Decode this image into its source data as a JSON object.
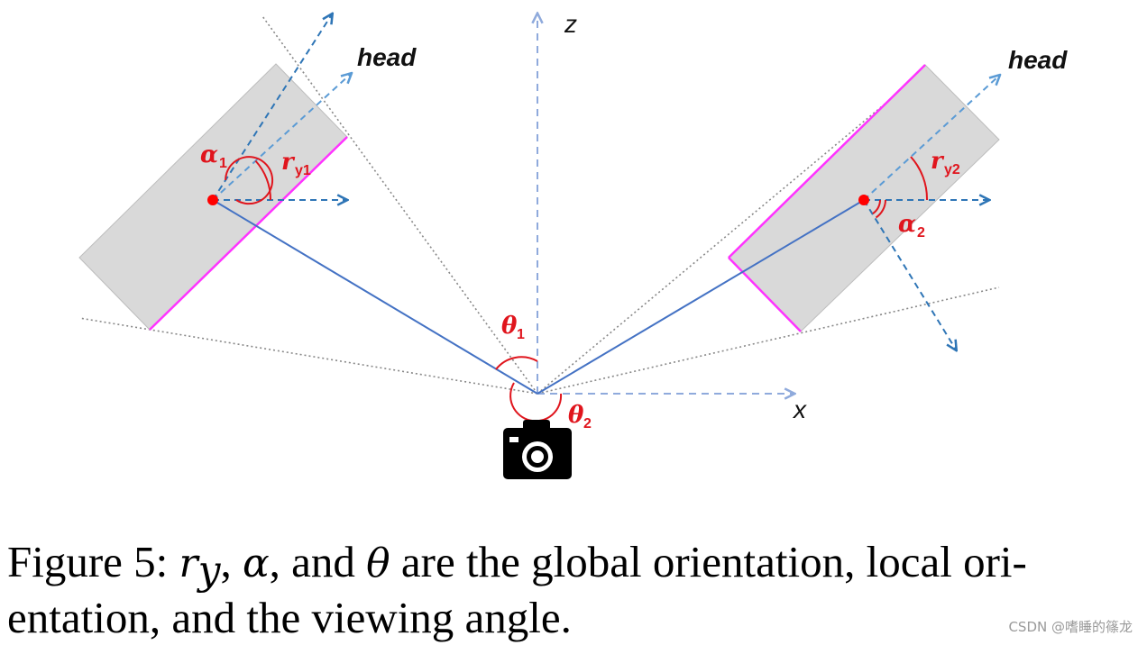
{
  "labels": {
    "head_left": "head",
    "head_right": "head",
    "axis_z": "z",
    "axis_x": "x",
    "alpha1": "α",
    "alpha1_sub": "1",
    "alpha2": "α",
    "alpha2_sub": "2",
    "ry1": "r",
    "ry1_sub": "y1",
    "ry2": "r",
    "ry2_sub": "y2",
    "theta1": "θ",
    "theta1_sub": "1",
    "theta2": "θ",
    "theta2_sub": "2"
  },
  "caption": {
    "prefix": "Figure 5: ",
    "sym_r": "r",
    "sym_r_sub": "y",
    "sep1": ", ",
    "sym_alpha": "α",
    "sep2": ", and ",
    "sym_theta": "θ",
    "line1_rest": " are the global orientation, local ori-",
    "line2": "entation, and the viewing angle."
  },
  "watermark": "CSDN @嗜睡的篠龙",
  "colors": {
    "box_fill": "#d9d9d9",
    "box_edge": "#ff33ff",
    "ray": "#4472c4",
    "arrow_dark": "#2e75b6",
    "arrow_light": "#5b9bd5",
    "axis": "#8faadc",
    "angle": "#e0151d"
  }
}
